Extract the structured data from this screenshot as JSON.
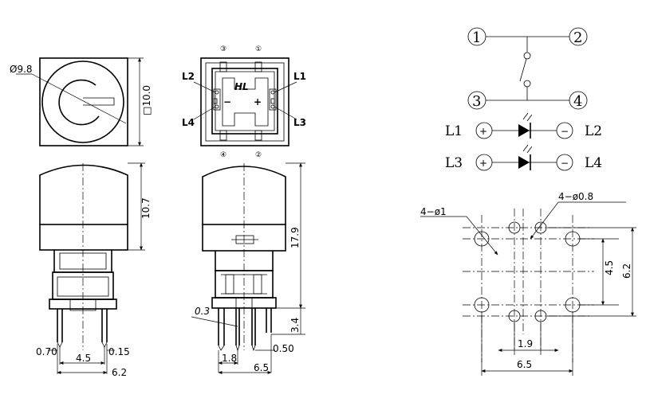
{
  "front_view": {
    "diameter_label": "Ø9.8",
    "square_label": "□10.0",
    "height_label": "10.7",
    "dim_070": "0.70",
    "dim_015": "0.15",
    "dim_45": "4.5",
    "dim_62": "6.2"
  },
  "top_view": {
    "pin3": "③",
    "pin1": "①",
    "pin4": "④",
    "pin2": "②",
    "l1": "L1",
    "l2": "L2",
    "l3": "L3",
    "l4": "L4",
    "logo": "HL",
    "minus": "−",
    "plus": "+"
  },
  "side_view": {
    "dim_179": "17.9",
    "dim_34": "3.4",
    "dim_03": "0.3",
    "dim_050": "0.50",
    "dim_18": "1.8",
    "dim_65": "6.5"
  },
  "schematic": {
    "n1": "1",
    "n2": "2",
    "n3": "3",
    "n4": "4",
    "l1": "L1",
    "l2": "L2",
    "l3": "L3",
    "l4": "L4",
    "plus": "+",
    "minus": "−"
  },
  "footprint": {
    "hole_large": "4−ø1",
    "hole_small": "4−ø0.8",
    "dim_45": "4.5",
    "dim_62": "6.2",
    "dim_19": "1.9",
    "dim_65": "6.5"
  }
}
